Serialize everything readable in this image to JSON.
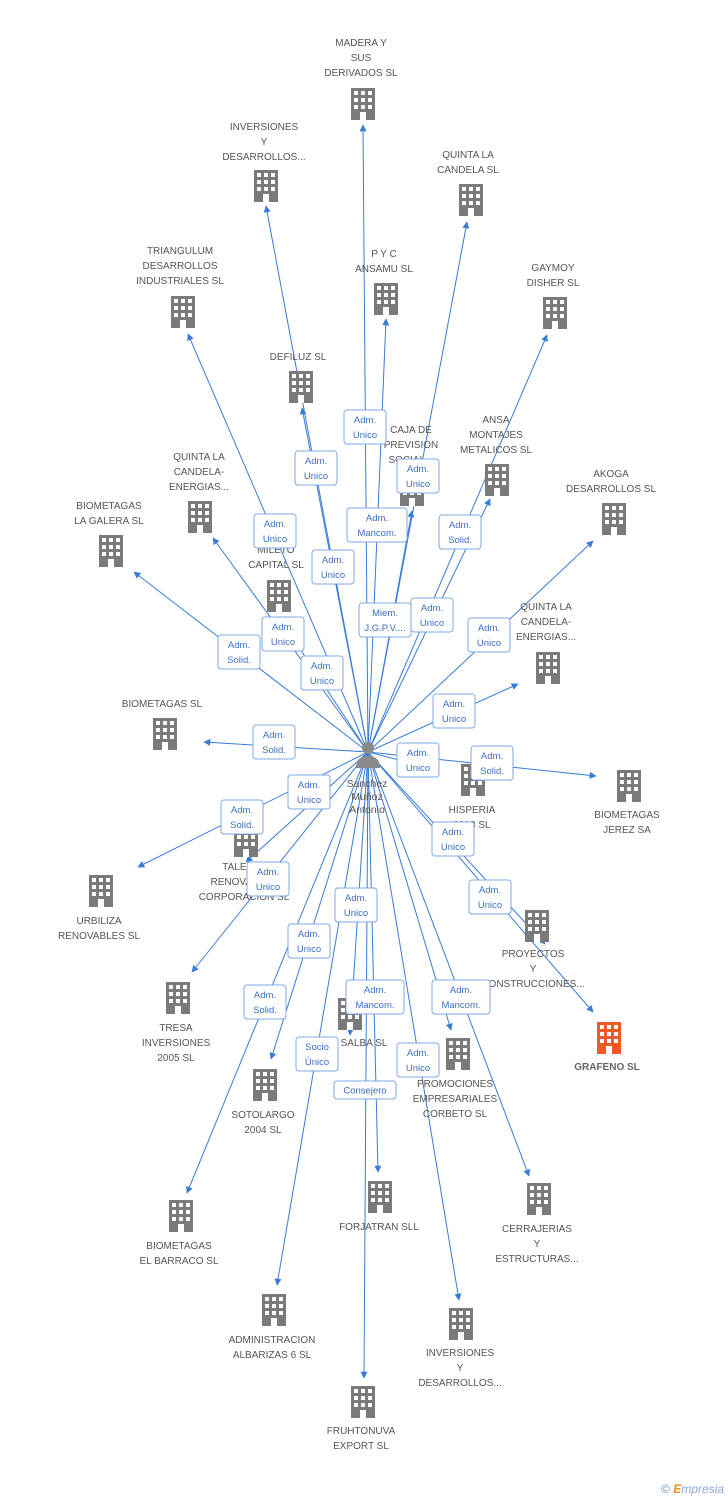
{
  "colors": {
    "edge": "#3a7bd5",
    "building": "#7a7a7a",
    "highlight": "#f05a28",
    "role_border": "#7fa8e0",
    "role_text": "#3a6fc4"
  },
  "person": {
    "lines": [
      "Sanchez",
      "Muñoz",
      "Antonio"
    ],
    "icon": "person-icon"
  },
  "companies": [
    {
      "id": "madera",
      "lines": [
        "MADERA Y",
        "SUS",
        "DERIVADOS  SL"
      ]
    },
    {
      "id": "inversiones1",
      "lines": [
        "INVERSIONES",
        "Y",
        "DESARROLLOS..."
      ]
    },
    {
      "id": "quinta1",
      "lines": [
        "QUINTA LA",
        "CANDELA SL"
      ]
    },
    {
      "id": "triangulum",
      "lines": [
        "TRIANGULUM",
        "DESARROLLOS",
        "INDUSTRIALES SL"
      ]
    },
    {
      "id": "pyc",
      "lines": [
        "P Y C",
        "ANSAMU  SL"
      ]
    },
    {
      "id": "gaymoy",
      "lines": [
        "GAYMOY",
        "DISHER SL"
      ]
    },
    {
      "id": "defiluz",
      "lines": [
        "DEFILUZ SL"
      ]
    },
    {
      "id": "caja",
      "lines": [
        "CAJA DE",
        "PREVISION",
        "SOCIAL..."
      ]
    },
    {
      "id": "ansa",
      "lines": [
        "ANSA",
        "MONTAJES",
        "METALICOS  SL"
      ]
    },
    {
      "id": "quinta2",
      "lines": [
        "QUINTA LA",
        "CANDELA-",
        "ENERGIAS..."
      ]
    },
    {
      "id": "akoga",
      "lines": [
        "AKOGA",
        "DESARROLLOS SL"
      ]
    },
    {
      "id": "galera",
      "lines": [
        "BIOMETAGAS",
        "LA GALERA SL"
      ]
    },
    {
      "id": "mileto",
      "lines": [
        "MILETO",
        "CAPITAL SL"
      ]
    },
    {
      "id": "quinta3",
      "lines": [
        "QUINTA LA",
        "CANDELA-",
        "ENERGIAS..."
      ]
    },
    {
      "id": "biometagas",
      "lines": [
        "BIOMETAGAS SL"
      ]
    },
    {
      "id": "hisperia",
      "lines": [
        "HISPERIA",
        "2018  SL"
      ]
    },
    {
      "id": "jerez",
      "lines": [
        "BIOMETAGAS",
        "JEREZ SA"
      ]
    },
    {
      "id": "talenta",
      "lines": [
        "TALENTA",
        "RENOVABLES",
        "CORPORACION SL"
      ]
    },
    {
      "id": "urbiliza",
      "lines": [
        "URBILIZA",
        "RENOVABLES SL"
      ]
    },
    {
      "id": "proyectos",
      "lines": [
        "PROYECTOS",
        "Y",
        "CONSTRUCCIONES..."
      ]
    },
    {
      "id": "grafeno",
      "lines": [
        "GRAFENO SL"
      ]
    },
    {
      "id": "tresa",
      "lines": [
        "TRESA",
        "INVERSIONES",
        "2005 SL"
      ]
    },
    {
      "id": "salba",
      "lines": [
        "SALBA SL"
      ]
    },
    {
      "id": "promociones",
      "lines": [
        "PROMOCIONES",
        "EMPRESARIALES",
        "CORBETO SL"
      ]
    },
    {
      "id": "sotolargo",
      "lines": [
        "SOTOLARGO",
        "2004 SL"
      ]
    },
    {
      "id": "forjatran",
      "lines": [
        "FORJATRAN SLL"
      ]
    },
    {
      "id": "cerrajerias",
      "lines": [
        "CERRAJERIAS",
        "Y",
        "ESTRUCTURAS..."
      ]
    },
    {
      "id": "barraco",
      "lines": [
        "BIOMETAGAS",
        "EL BARRACO SL"
      ]
    },
    {
      "id": "albarizas",
      "lines": [
        "ADMINISTRACION",
        "ALBARIZAS 6 SL"
      ]
    },
    {
      "id": "inversiones2",
      "lines": [
        "INVERSIONES",
        "Y",
        "DESARROLLOS..."
      ]
    },
    {
      "id": "fruhtonuva",
      "lines": [
        "FRUHTONUVA",
        "EXPORT SL"
      ]
    }
  ],
  "roles": [
    {
      "lines": [
        "Adm.",
        "Unico"
      ]
    },
    {
      "lines": [
        "Adm.",
        "Unico"
      ]
    },
    {
      "lines": [
        "Adm.",
        "Unico"
      ]
    },
    {
      "lines": [
        "Adm.",
        "Mancom."
      ]
    },
    {
      "lines": [
        "Adm.",
        "Solid."
      ]
    },
    {
      "lines": [
        "Adm.",
        "Unico"
      ]
    },
    {
      "lines": [
        "Adm.",
        "Unico"
      ]
    },
    {
      "lines": [
        "Miem.",
        "J.G.P.V...."
      ]
    },
    {
      "lines": [
        "Adm.",
        "Unico"
      ]
    },
    {
      "lines": [
        "Adm.",
        "Unico"
      ]
    },
    {
      "lines": [
        "Adm.",
        "Solid."
      ]
    },
    {
      "lines": [
        "Adm.",
        "Unico"
      ]
    },
    {
      "lines": [
        "Adm.",
        "Unico"
      ]
    },
    {
      "lines": [
        "Adm.",
        "Unico"
      ]
    },
    {
      "lines": [
        "Adm.",
        "Solid."
      ]
    },
    {
      "lines": [
        "Adm.",
        "Unico"
      ]
    },
    {
      "lines": [
        "Adm.",
        "Solid."
      ]
    },
    {
      "lines": [
        "Adm.",
        "Unico"
      ]
    },
    {
      "lines": [
        "Adm.",
        "Solid."
      ]
    },
    {
      "lines": [
        "Adm.",
        "Unico"
      ]
    },
    {
      "lines": [
        "Adm.",
        "Unico"
      ]
    },
    {
      "lines": [
        "Adm.",
        "Unico"
      ]
    },
    {
      "lines": [
        "Adm.",
        "Unico"
      ]
    },
    {
      "lines": [
        "Adm.",
        "Unico"
      ]
    },
    {
      "lines": [
        "Adm.",
        "Solid."
      ]
    },
    {
      "lines": [
        "Adm.",
        "Mancom."
      ]
    },
    {
      "lines": [
        "Adm.",
        "Mancom."
      ]
    },
    {
      "lines": [
        "Socio",
        "Único"
      ]
    },
    {
      "lines": [
        "Adm.",
        "Unico"
      ]
    },
    {
      "lines": [
        "Consejero"
      ]
    }
  ],
  "footer": {
    "copyright": "©",
    "brand_initial": "E",
    "brand_rest": "mpresia"
  }
}
